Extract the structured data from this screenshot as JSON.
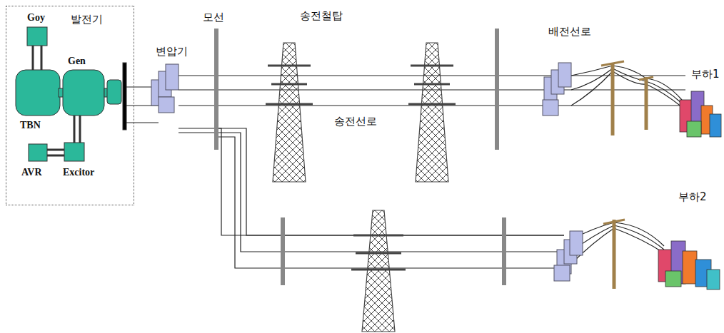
{
  "diagram": {
    "nodes": [
      {
        "text": [
          "발전기"
        ]
      }
    ],
    "labels": [
      "Goy",
      "Gen",
      "TBN",
      "AVR",
      "Excitor",
      "모선",
      "송전철탑",
      "변압기",
      "송전선로",
      "배전선로",
      "부하1",
      "부하2"
    ]
  }
}
